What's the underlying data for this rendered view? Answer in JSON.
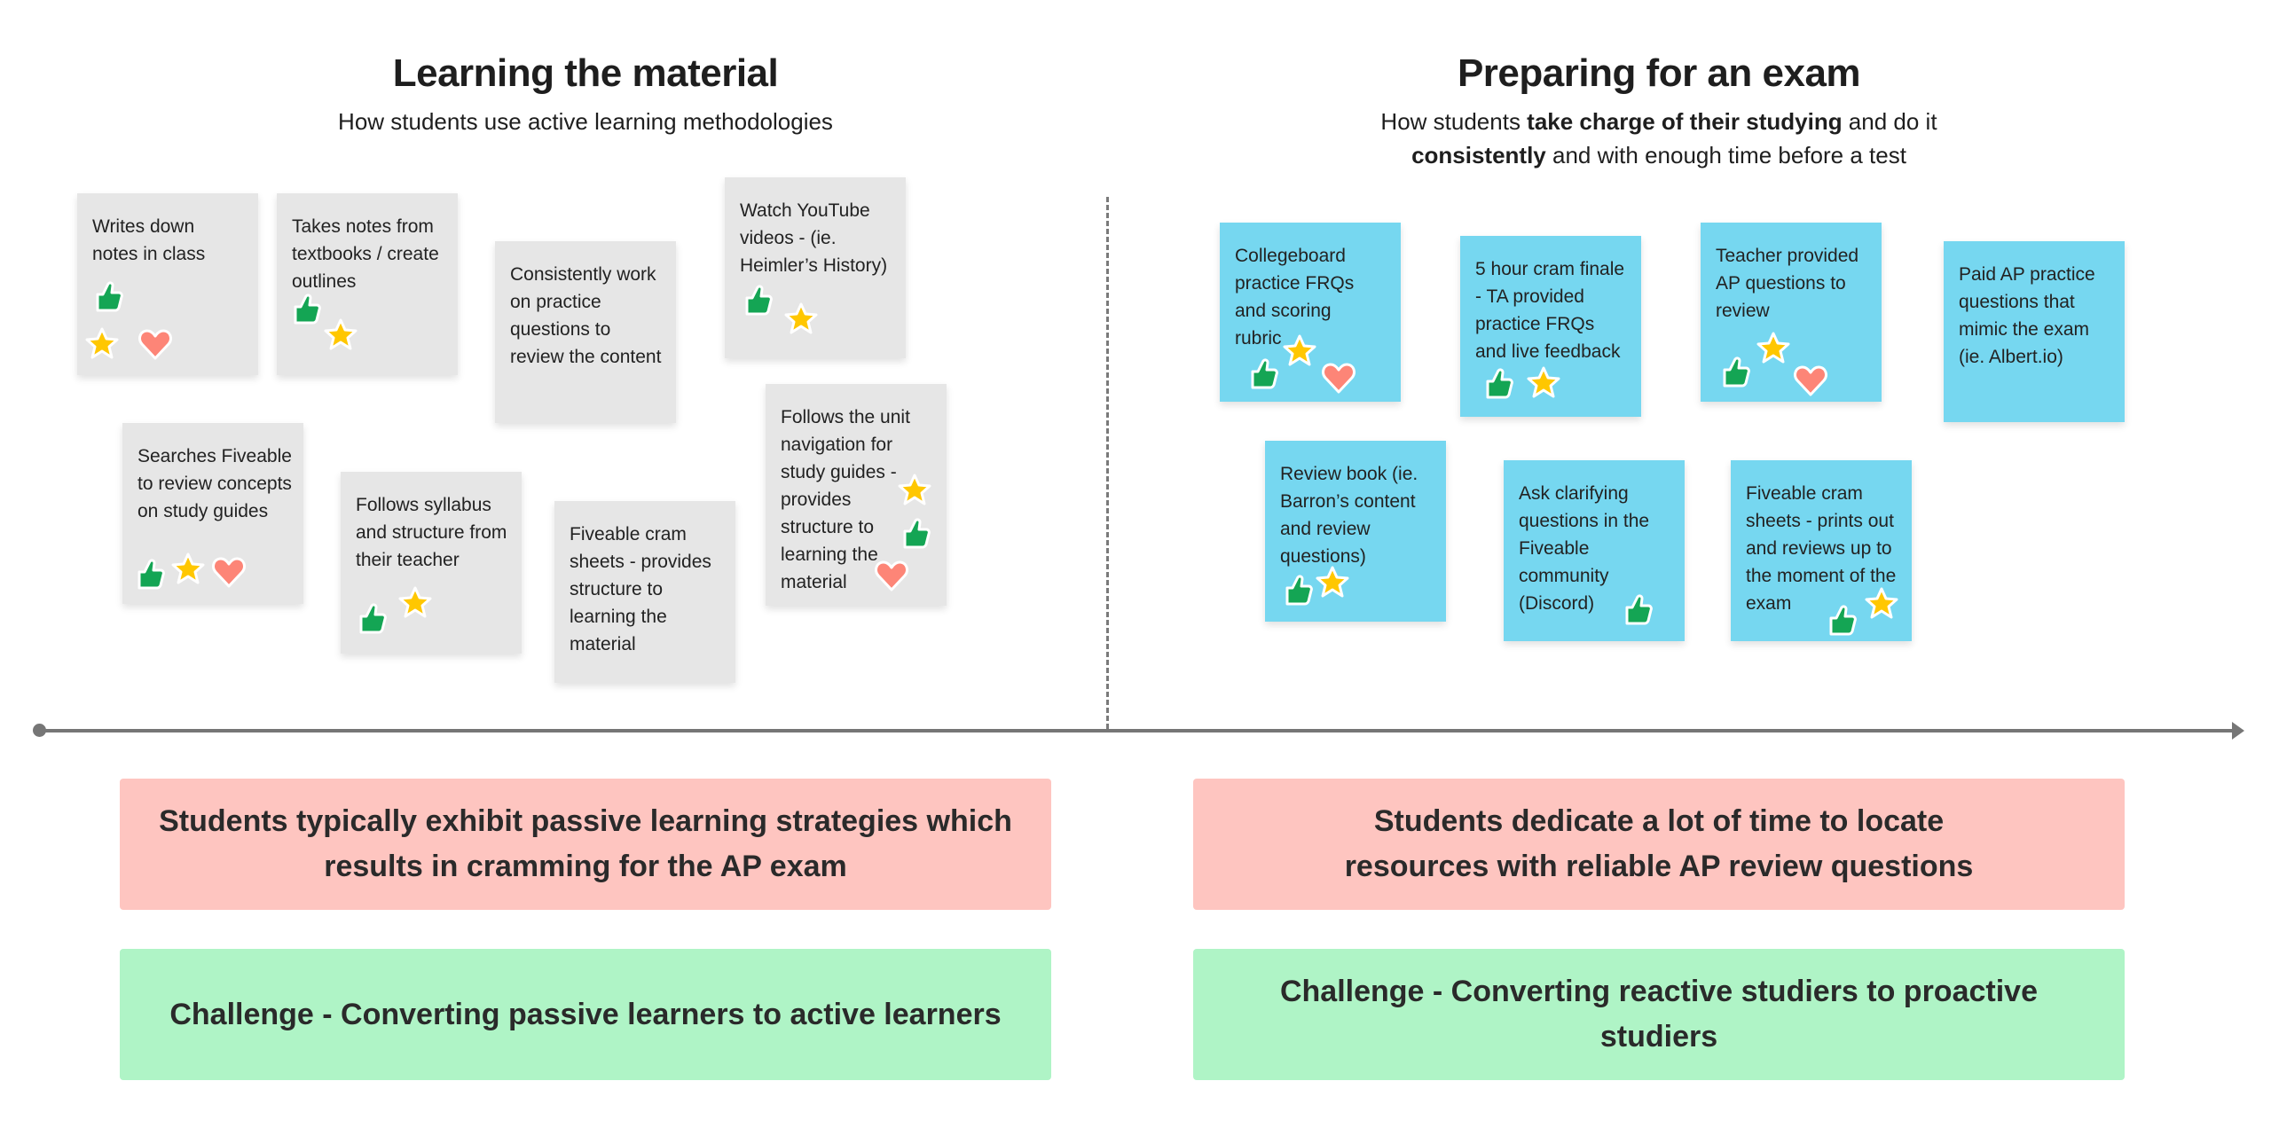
{
  "left_section": {
    "title": "Learning the material",
    "subtitle": "How students use active learning methodologies",
    "notes": [
      {
        "text": "Writes down notes in class",
        "reactions": [
          "thumbs-up",
          "star",
          "heart"
        ]
      },
      {
        "text": "Takes notes from textbooks / create outlines",
        "reactions": [
          "thumbs-up",
          "star"
        ]
      },
      {
        "text": "Consistently work on practice questions to review the content",
        "reactions": []
      },
      {
        "text": "Watch YouTube videos - (ie. Heimler’s History)",
        "reactions": [
          "thumbs-up",
          "star"
        ]
      },
      {
        "text": "Searches Fiveable to review concepts on study guides",
        "reactions": [
          "thumbs-up",
          "star",
          "heart"
        ]
      },
      {
        "text": "Follows syllabus and structure from their teacher",
        "reactions": [
          "thumbs-up",
          "star"
        ]
      },
      {
        "text": "Fiveable cram sheets - provides structure to learning the material",
        "reactions": []
      },
      {
        "text": "Follows the unit navigation for study guides - provides structure to learning the material",
        "reactions": [
          "star",
          "thumbs-up",
          "heart"
        ]
      }
    ],
    "problem": "Students typically exhibit passive learning strategies which results in cramming for the AP exam",
    "challenge": "Challenge - Converting passive learners to active learners"
  },
  "right_section": {
    "title": "Preparing for an exam",
    "subtitle_parts": {
      "p1": "How students ",
      "b1": "take charge of their studying",
      "p2": " and do it ",
      "b2": "consistently",
      "p3": " and with enough time before a test"
    },
    "notes": [
      {
        "text": "Collegeboard practice FRQs and scoring rubric",
        "reactions": [
          "thumbs-up",
          "star",
          "heart"
        ]
      },
      {
        "text": "5 hour cram finale - TA provided practice FRQs and live feedback",
        "reactions": [
          "thumbs-up",
          "star"
        ]
      },
      {
        "text": "Teacher provided AP questions to review",
        "reactions": [
          "thumbs-up",
          "star",
          "heart"
        ]
      },
      {
        "text": "Paid AP practice questions that mimic the exam (ie. Albert.io)",
        "reactions": []
      },
      {
        "text": "Review book (ie. Barron’s content and review questions)",
        "reactions": [
          "thumbs-up",
          "star"
        ]
      },
      {
        "text": "Ask clarifying questions in the Fiveable community (Discord)",
        "reactions": [
          "thumbs-up"
        ]
      },
      {
        "text": "Fiveable cram sheets - prints out and reviews up to the moment of the exam",
        "reactions": [
          "thumbs-up",
          "star"
        ]
      }
    ],
    "problem": "Students dedicate a lot of time to locate resources with reliable AP review questions",
    "challenge": "Challenge - Converting reactive studiers to proactive studiers"
  },
  "colors": {
    "gray_note": "#e6e6e6",
    "blue_note": "#76d7f0",
    "problem_box": "#fec5c0",
    "challenge_box": "#aff4c6",
    "thumbs_up": "#14a554",
    "star": "#ffc700",
    "heart": "#fd8577",
    "axis": "#767676"
  }
}
